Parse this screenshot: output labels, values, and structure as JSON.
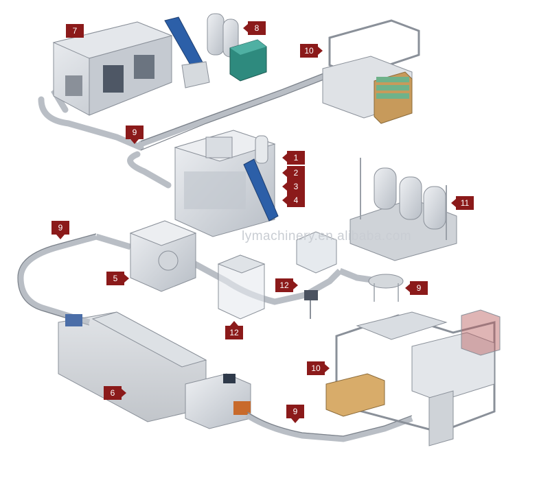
{
  "watermark": "lymachinery.en.alibaba.com",
  "labels": [
    {
      "id": "7",
      "text": "7"
    },
    {
      "id": "8",
      "text": "8"
    },
    {
      "id": "10a",
      "text": "10"
    },
    {
      "id": "9a",
      "text": "9"
    },
    {
      "id": "1",
      "text": "1"
    },
    {
      "id": "2",
      "text": "2"
    },
    {
      "id": "3",
      "text": "3"
    },
    {
      "id": "4",
      "text": "4"
    },
    {
      "id": "11",
      "text": "11"
    },
    {
      "id": "9b",
      "text": "9"
    },
    {
      "id": "5",
      "text": "5"
    },
    {
      "id": "12a",
      "text": "12"
    },
    {
      "id": "9c",
      "text": "9"
    },
    {
      "id": "12b",
      "text": "12"
    },
    {
      "id": "6",
      "text": "6"
    },
    {
      "id": "10b",
      "text": "10"
    },
    {
      "id": "9d",
      "text": "9"
    }
  ]
}
